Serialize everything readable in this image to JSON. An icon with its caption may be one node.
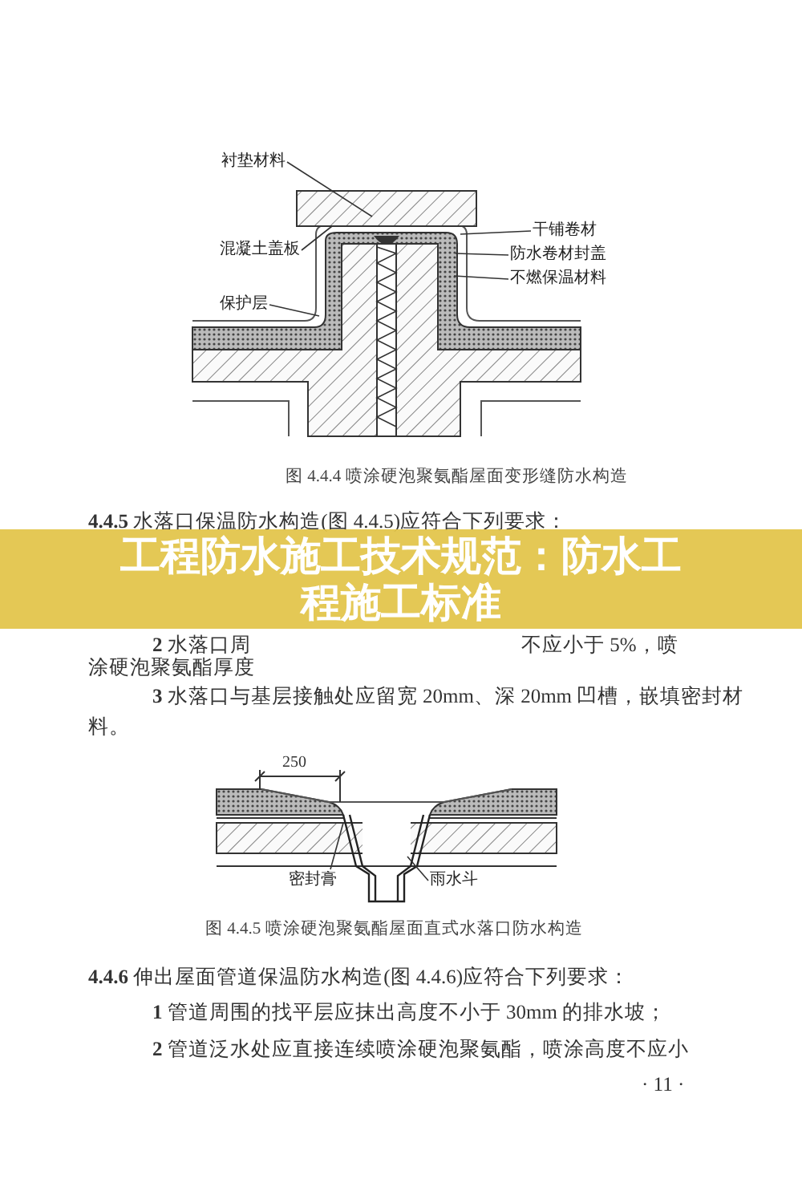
{
  "diagram": {
    "title": "工程防水施工技术规范：防水工程施工标准",
    "nodes": [
      {
        "text": [
          "衬垫材料"
        ]
      },
      {
        "text": [
          "混凝土盖板"
        ]
      },
      {
        "text": [
          "保护层"
        ]
      },
      {
        "text": [
          "干铺卷材"
        ]
      },
      {
        "text": [
          "防水卷材封盖"
        ]
      },
      {
        "text": [
          "不燃保温材料"
        ]
      },
      {
        "text": [
          "密封膏"
        ]
      },
      {
        "text": [
          "雨水斗"
        ]
      }
    ],
    "edges": [
      {
        "from": 0,
        "to": null,
        "arrow": "none"
      },
      {
        "from": 1,
        "to": null,
        "arrow": "none"
      },
      {
        "from": 2,
        "to": null,
        "arrow": "none"
      },
      {
        "from": 3,
        "to": null,
        "arrow": "none"
      },
      {
        "from": 4,
        "to": null,
        "arrow": "none"
      },
      {
        "from": 5,
        "to": null,
        "arrow": "none"
      },
      {
        "from": 6,
        "to": null,
        "arrow": "none"
      },
      {
        "from": 7,
        "to": null,
        "arrow": "none"
      }
    ],
    "labels": [
      "图 4.4.4 喷涂硬泡聚氨酯屋面变形缝防水构造",
      "**4.4.5** 水落口保温防水构造(图 4.4.5)应符合下列要求：",
      "**2** 水落口周",
      "不应小于 5%，喷",
      "涂硬泡聚氨酯厚度",
      "**3** 水落口与基层接触处应留宽 20mm、深 20mm 凹槽，嵌填密封材料。",
      "250",
      "图 4.4.5 喷涂硬泡聚氨酯屋面直式水落口防水构造",
      "**4.4.6** 伸出屋面管道保温防水构造(图 4.4.6)应符合下列要求：",
      "**1** 管道周围的找平层应抹出高度不小于 30mm 的排水坡；",
      "**2** 管道泛水处应直接连续喷涂硬泡聚氨酯，喷涂高度不应小",
      "· 11 ·"
    ]
  }
}
